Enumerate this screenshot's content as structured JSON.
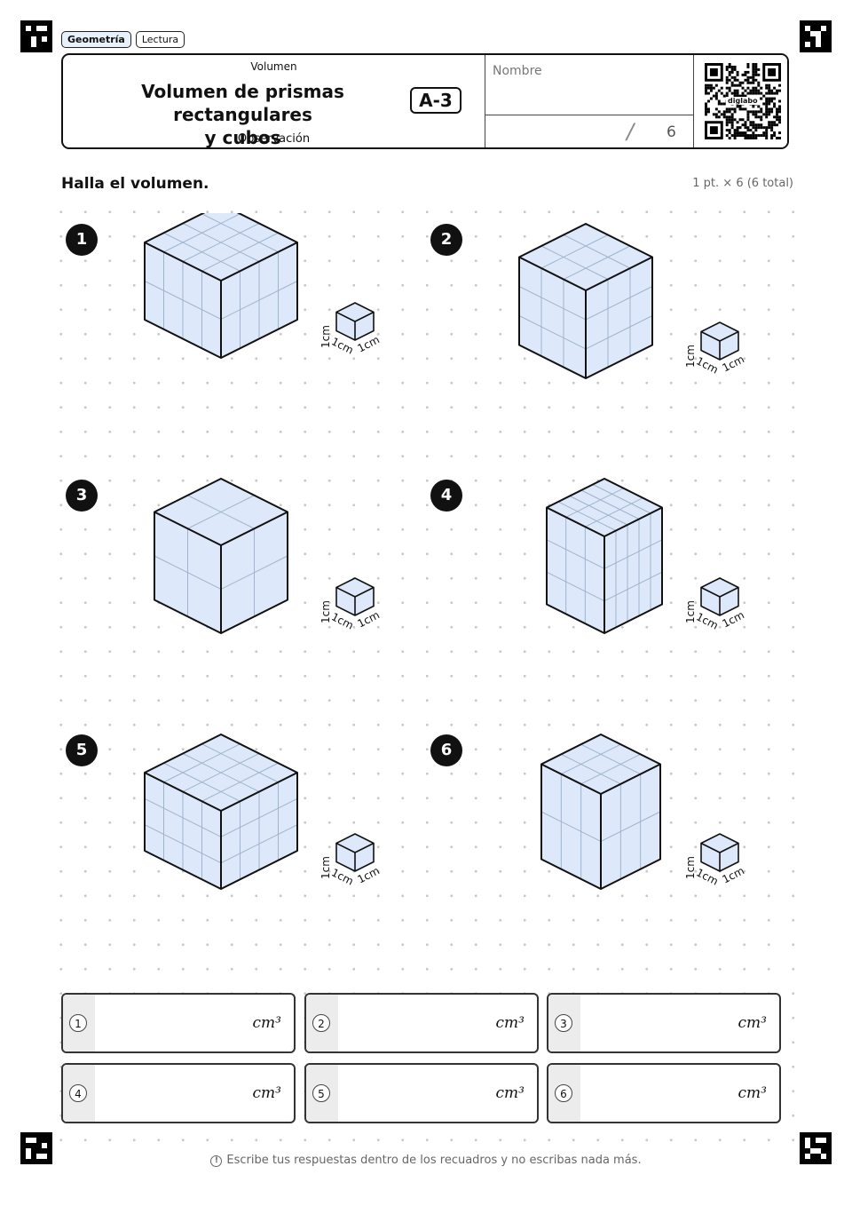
{
  "tags": [
    "Geometría",
    "Lectura"
  ],
  "header": {
    "topic": "Volumen",
    "title_line1": "Volumen de prismas rectangulares",
    "title_line2": "y cubos",
    "subtitle": "Observación",
    "code": "A-3",
    "name_label": "Nombre",
    "score_total": "6",
    "qr_text": "diglabo"
  },
  "instruction": "Halla el volumen.",
  "points": "1 pt. × 6 (6 total)",
  "unit_cube_labels": {
    "height": "1cm",
    "left": "1cm",
    "right": "1cm"
  },
  "problems": [
    {
      "number": "1",
      "width": 4,
      "depth": 4,
      "height": 2
    },
    {
      "number": "2",
      "width": 3,
      "depth": 3,
      "height": 3
    },
    {
      "number": "3",
      "width": 2,
      "depth": 2,
      "height": 2
    },
    {
      "number": "4",
      "width": 3,
      "depth": 5,
      "height": 3
    },
    {
      "number": "5",
      "width": 4,
      "depth": 4,
      "height": 3
    },
    {
      "number": "6",
      "width": 3,
      "depth": 3,
      "height": 2
    }
  ],
  "answers": [
    {
      "number": "1",
      "unit": "cm³"
    },
    {
      "number": "2",
      "unit": "cm³"
    },
    {
      "number": "3",
      "unit": "cm³"
    },
    {
      "number": "4",
      "unit": "cm³"
    },
    {
      "number": "5",
      "unit": "cm³"
    },
    {
      "number": "6",
      "unit": "cm³"
    }
  ],
  "footer": "Escribe tus respuestas dentro de los recuadros y no escribas nada más.",
  "colors": {
    "face": "#dde9fb",
    "grid": "#9fb3cc",
    "edge": "#111111",
    "tab": "#ececec"
  }
}
